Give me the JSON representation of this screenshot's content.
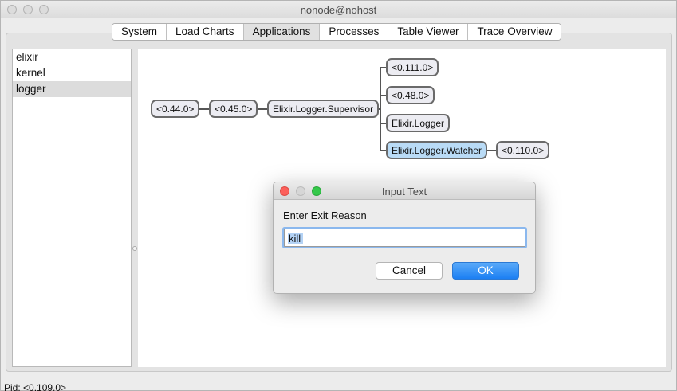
{
  "window": {
    "title": "nonode@nohost"
  },
  "tabs": [
    {
      "label": "System",
      "active": false
    },
    {
      "label": "Load Charts",
      "active": false
    },
    {
      "label": "Applications",
      "active": true
    },
    {
      "label": "Processes",
      "active": false
    },
    {
      "label": "Table Viewer",
      "active": false
    },
    {
      "label": "Trace Overview",
      "active": false
    }
  ],
  "applications": {
    "items": [
      {
        "label": "elixir",
        "selected": false
      },
      {
        "label": "kernel",
        "selected": false
      },
      {
        "label": "logger",
        "selected": true
      }
    ]
  },
  "tree": {
    "nodes": {
      "root": "<0.44.0>",
      "child": "<0.45.0>",
      "supervisor": "Elixir.Logger.Supervisor",
      "pid111": "<0.111.0>",
      "pid48": "<0.48.0>",
      "logger": "Elixir.Logger",
      "watcher": "Elixir.Logger.Watcher",
      "pid110": "<0.110.0>"
    },
    "selected": "watcher",
    "colors": {
      "node_fill": "#ececf2",
      "node_selected_fill": "#b9dbf6",
      "node_border": "#6a6a6a"
    }
  },
  "status": {
    "text": "Pid: <0.109.0>"
  },
  "dialog": {
    "title": "Input Text",
    "prompt": "Enter Exit Reason",
    "input_value": "kill",
    "cancel_label": "Cancel",
    "ok_label": "OK",
    "colors": {
      "ok_button": "#1b7ff3",
      "close": "#fc605b",
      "zoom": "#34c84a"
    }
  }
}
